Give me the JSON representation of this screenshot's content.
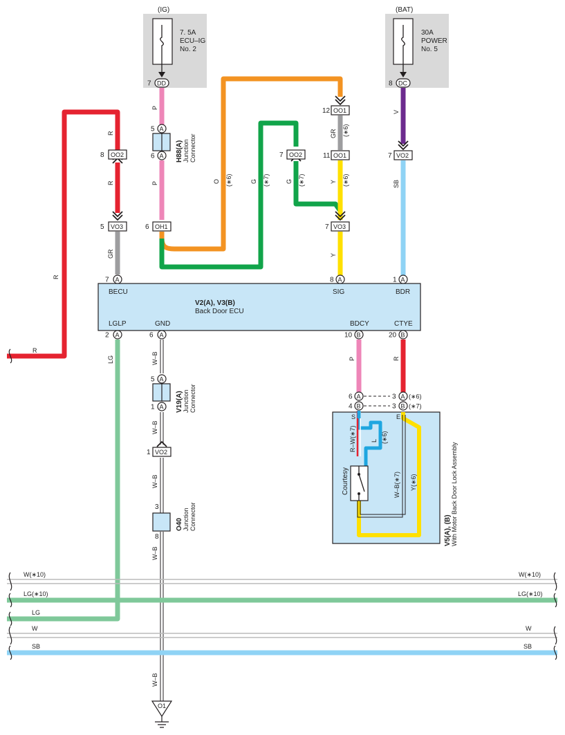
{
  "colors": {
    "red": "#e52330",
    "pink": "#ee86b8",
    "orange": "#f39322",
    "green": "#11a44a",
    "gray": "#9d9d9f",
    "yellow": "#ffe000",
    "violet": "#6c2b8e",
    "sky": "#8fd3f5",
    "lightgreen": "#7fc89a",
    "lightgray": "#d9d9d9",
    "ecu": "#c8e6f7",
    "black": "#231f20"
  },
  "fuse_ig": {
    "header": "(IG)",
    "line1": "7. 5A",
    "line2": "ECU–IG",
    "line3": "No. 2",
    "pin": "7",
    "conn": "DD"
  },
  "fuse_bat": {
    "header": "(BAT)",
    "line1": "30A",
    "line2": "POWER",
    "line3": "No. 5",
    "pin": "8",
    "conn": "DC"
  },
  "wires": {
    "r_left": "R",
    "r_bottom": "R",
    "r_oo2": "R",
    "r_vo3": "R",
    "gr_becu": "GR",
    "p_top": "P",
    "p_mid": "P",
    "o": "O",
    "o_note": "(∗6)",
    "g_mid": "G",
    "g_mid_note": "(∗7)",
    "g_right": "G",
    "g_right_note": "(∗7)",
    "gr_sig": "GR",
    "gr_sig_note": "(∗6)",
    "y_sig": "Y",
    "y_sig_note": "(∗6)",
    "y_low": "Y",
    "v": "V",
    "sb_bdr": "SB",
    "lg": "LG",
    "wb1": "W–B",
    "wb2": "W–B",
    "wb3": "W–B",
    "wb4": "W–B",
    "wb5": "W–B",
    "p_bdcy": "P",
    "r_ctye": "R"
  },
  "connectors": {
    "oo2_left": {
      "pin": "8",
      "name": "OO2"
    },
    "vo3_left": {
      "pin": "5",
      "name": "VO3"
    },
    "oh1": {
      "pin": "6",
      "name": "OH1"
    },
    "oo2_mid": {
      "pin": "7",
      "name": "OO2"
    },
    "oo1_top": {
      "pin": "12",
      "name": "OO1"
    },
    "oo1_bot": {
      "pin": "11",
      "name": "OO1"
    },
    "vo3_right": {
      "pin": "7",
      "name": "VO3"
    },
    "vo2_right": {
      "pin": "7",
      "name": "VO2"
    },
    "vo2_gnd": {
      "pin": "1",
      "name": "VO2"
    }
  },
  "h88": {
    "pin_top": "5",
    "pin_bot": "6",
    "letter": "A",
    "name": "H88(A)",
    "line1": "Junction",
    "line2": "Connector"
  },
  "v19": {
    "pin_top": "5",
    "pin_bot": "1",
    "letter": "A",
    "name": "V19(A)",
    "line1": "Junction",
    "line2": "Connector"
  },
  "o40": {
    "pin_top": "3",
    "pin_bot": "8",
    "name": "O40",
    "line1": "Junction",
    "line2": "Connector"
  },
  "ecu": {
    "title": "V2(A), V3(B)",
    "subtitle": "Back Door ECU",
    "becu": "BECU",
    "sig": "SIG",
    "bdr": "BDR",
    "lglp": "LGLP",
    "gnd": "GND",
    "bdcy": "BDCY",
    "ctye": "CTYE",
    "pin_becu": "7",
    "pin_sig": "8",
    "pin_bdr": "1",
    "pin_lglp": "2",
    "pin_gnd": "6",
    "pin_bdcy": "10",
    "pin_ctye": "20",
    "ltr_a": "A",
    "ltr_b": "B"
  },
  "lock": {
    "name": "V5(A), (B)",
    "desc": "With Motor Back Door Lock Assembly",
    "pin_a6": "6",
    "pin_b4": "4",
    "pin_a3": "3",
    "pin_b3": "3",
    "note6": "(∗6)",
    "note7": "(∗7)",
    "s": "S",
    "e": "E",
    "rw": "R–W(∗7)",
    "l": "L",
    "l_note": "(∗6)",
    "courtesy": "Courtesy",
    "wb": "W–B(∗7)",
    "y": "Y(∗6)"
  },
  "bus": {
    "w10_left": "W(∗10)",
    "w10_right": "W(∗10)",
    "lg10_left": "LG(∗10)",
    "lg10_right": "LG(∗10)",
    "lg": "LG",
    "w_left": "W",
    "w_right": "W",
    "sb_left": "SB",
    "sb_right": "SB"
  },
  "ground": {
    "name": "O1"
  }
}
